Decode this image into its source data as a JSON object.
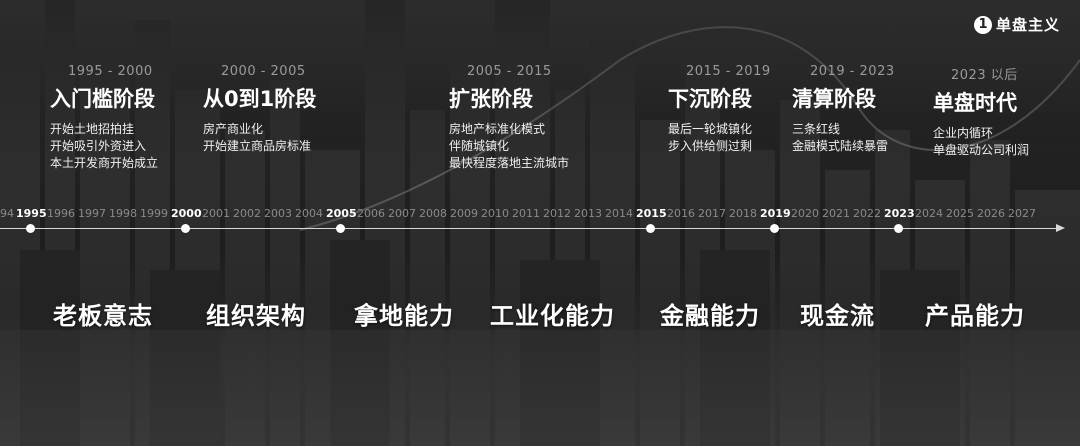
{
  "brand": {
    "icon": "1",
    "name": "单盘主义"
  },
  "phases": [
    {
      "years": "1995 - 2000",
      "title": "入门槛阶段",
      "lines": [
        "开始土地招拍挂",
        "开始吸引外资进入",
        "本土开发商开始成立"
      ]
    },
    {
      "years": "2000 - 2005",
      "title": "从0到1阶段",
      "lines": [
        "房产商业化",
        "开始建立商品房标准"
      ]
    },
    {
      "years": "2005 - 2015",
      "title": "扩张阶段",
      "lines": [
        "房地产标准化模式",
        "伴随城镇化",
        "最快程度落地主流城市"
      ]
    },
    {
      "years": "2015 - 2019",
      "title": "下沉阶段",
      "lines": [
        "最后一轮城镇化",
        "步入供给侧过剩"
      ]
    },
    {
      "years": "2019 - 2023",
      "title": "清算阶段",
      "lines": [
        "三条红线",
        "金融模式陆续暴雷"
      ]
    },
    {
      "years": "2023 以后",
      "title": "单盘时代",
      "lines": [
        "企业内循环",
        "单盘驱动公司利润"
      ]
    }
  ],
  "timeline": {
    "years": [
      "94",
      "1995",
      "1996",
      "1997",
      "1998",
      "1999",
      "2000",
      "2001",
      "2002",
      "2003",
      "2004",
      "2005",
      "2006",
      "2007",
      "2008",
      "2009",
      "2010",
      "2011",
      "2012",
      "2013",
      "2014",
      "2015",
      "2016",
      "2017",
      "2018",
      "2019",
      "2020",
      "2021",
      "2022",
      "2023",
      "2024",
      "2025",
      "2026",
      "2027"
    ],
    "key_years": [
      "1995",
      "2000",
      "2005",
      "2015",
      "2019",
      "2023"
    ]
  },
  "capabilities": [
    "老板意志",
    "组织架构",
    "拿地能力",
    "工业化能力",
    "金融能力",
    "现金流",
    "产品能力"
  ]
}
